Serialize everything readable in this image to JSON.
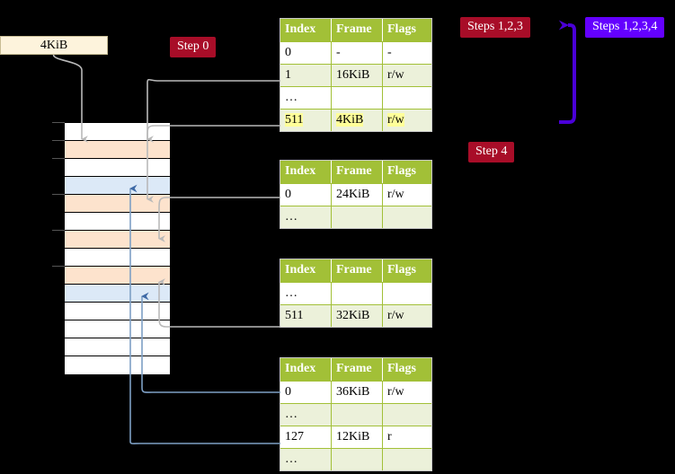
{
  "badges": {
    "step0": "Step 0",
    "steps123": "Steps 1,2,3",
    "steps1234": "Steps 1,2,3,4",
    "step4": "Step 4",
    "red": "#a80d28",
    "violet": "#6400ff"
  },
  "size_box": {
    "label": "4KiB"
  },
  "memory": {
    "rows": [
      {
        "fill": "white"
      },
      {
        "fill": "orange"
      },
      {
        "fill": "white"
      },
      {
        "fill": "blue"
      },
      {
        "fill": "orange"
      },
      {
        "fill": "white"
      },
      {
        "fill": "orange"
      },
      {
        "fill": "white"
      },
      {
        "fill": "orange"
      },
      {
        "fill": "blue"
      },
      {
        "fill": "white"
      },
      {
        "fill": "white"
      },
      {
        "fill": "white"
      },
      {
        "fill": "white"
      }
    ],
    "colors": {
      "orange": "#fde3cd",
      "blue": "#dce9f7",
      "white": "#ffffff"
    }
  },
  "tables": [
    {
      "name": "pml4-table",
      "headers": [
        "Index",
        "Frame",
        "Flags"
      ],
      "rows": [
        {
          "cells": [
            "0",
            "-",
            "-"
          ],
          "alt": false,
          "highlight": false
        },
        {
          "cells": [
            "1",
            "16KiB",
            "r/w"
          ],
          "alt": true,
          "highlight": false
        },
        {
          "cells": [
            "…",
            "",
            ""
          ],
          "alt": false,
          "highlight": false
        },
        {
          "cells": [
            "511",
            "4KiB",
            "r/w"
          ],
          "alt": true,
          "highlight": true
        }
      ]
    },
    {
      "name": "pdp-table",
      "headers": [
        "Index",
        "Frame",
        "Flags"
      ],
      "rows": [
        {
          "cells": [
            "0",
            "24KiB",
            "r/w"
          ],
          "alt": false,
          "highlight": false
        },
        {
          "cells": [
            "…",
            "",
            ""
          ],
          "alt": true,
          "highlight": false
        }
      ]
    },
    {
      "name": "pd-table",
      "headers": [
        "Index",
        "Frame",
        "Flags"
      ],
      "rows": [
        {
          "cells": [
            "…",
            "",
            ""
          ],
          "alt": false,
          "highlight": false
        },
        {
          "cells": [
            "511",
            "32KiB",
            "r/w"
          ],
          "alt": true,
          "highlight": false
        }
      ]
    },
    {
      "name": "pt-table",
      "headers": [
        "Index",
        "Frame",
        "Flags"
      ],
      "rows": [
        {
          "cells": [
            "0",
            "36KiB",
            "r/w"
          ],
          "alt": false,
          "highlight": false
        },
        {
          "cells": [
            "…",
            "",
            ""
          ],
          "alt": true,
          "highlight": false
        },
        {
          "cells": [
            "127",
            "12KiB",
            "r"
          ],
          "alt": false,
          "highlight": false
        },
        {
          "cells": [
            "…",
            "",
            ""
          ],
          "alt": true,
          "highlight": false
        }
      ]
    }
  ],
  "theme": {
    "table_header_green": "#a2c037",
    "table_alt_row": "#ecf1da",
    "highlight_yellow": "#ffff99",
    "connector_grey": "#b9b9b9",
    "connector_blue": "#7d9fc4",
    "box_cream": "#fdf3dc"
  }
}
